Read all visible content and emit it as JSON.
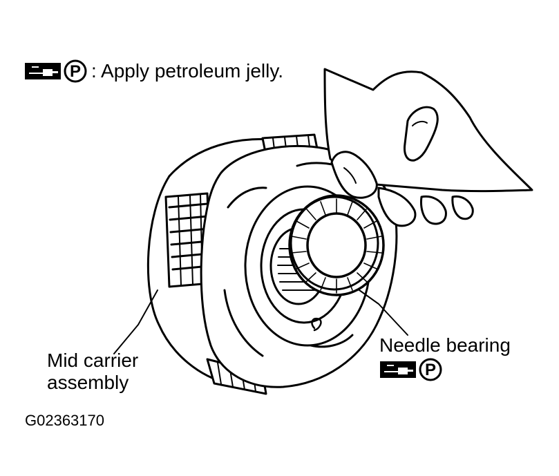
{
  "legend": {
    "tool_icon": "grease-gun-icon",
    "symbol_letter": "P",
    "text": ": Apply petroleum jelly."
  },
  "labels": {
    "needle_bearing": "Needle bearing",
    "mid_carrier_line1": "Mid carrier",
    "mid_carrier_line2": "assembly"
  },
  "figure_code": "G02363170",
  "colors": {
    "ink": "#000000",
    "paper": "#ffffff"
  }
}
